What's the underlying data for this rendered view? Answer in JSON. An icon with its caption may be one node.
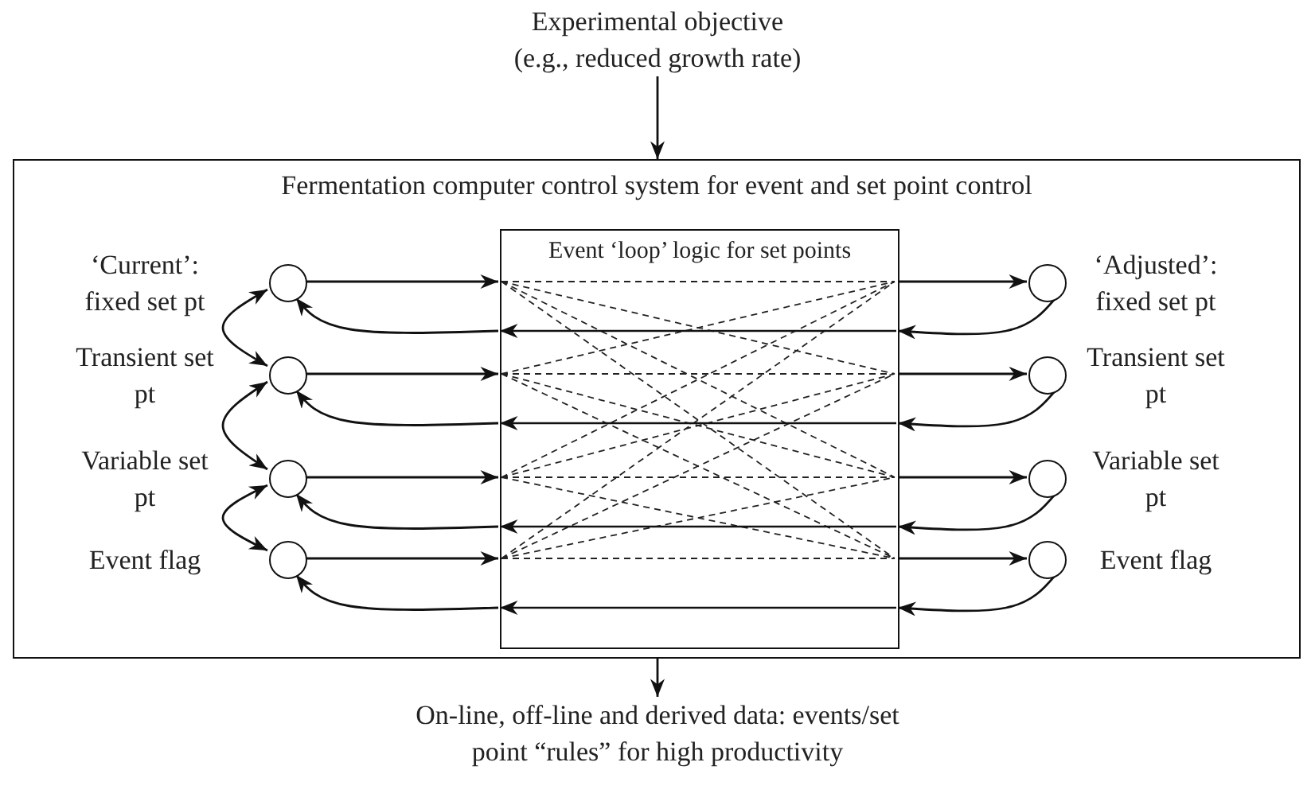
{
  "diagram": {
    "nodes": [
      {
        "text": [
          "Experimental objective (e.g., reduced growth rate)"
        ]
      },
      {
        "text": [
          "Fermentation computer control system for event and set point control"
        ]
      },
      {
        "text": [
          "Event ‘loop’ logic for set points"
        ],
        "in": 1
      },
      {
        "text": [],
        "shape": "circle",
        "in": 1,
        "beside": [
          "‘Current’: fixed set pt"
        ]
      },
      {
        "text": [],
        "shape": "circle",
        "in": 1,
        "beside": [
          "Transient set pt"
        ]
      },
      {
        "text": [],
        "shape": "circle",
        "in": 1,
        "beside": [
          "Variable set pt"
        ]
      },
      {
        "text": [],
        "shape": "circle",
        "in": 1,
        "beside": [
          "Event flag"
        ]
      },
      {
        "text": [],
        "shape": "circle",
        "in": 1,
        "beside": [
          "‘Adjusted’: fixed set pt"
        ]
      },
      {
        "text": [],
        "shape": "circle",
        "in": 1,
        "beside": [
          "Transient set pt"
        ]
      },
      {
        "text": [],
        "shape": "circle",
        "in": 1,
        "beside": [
          "Variable set pt"
        ]
      },
      {
        "text": [],
        "shape": "circle",
        "in": 1,
        "beside": [
          "Event flag"
        ]
      },
      {
        "text": [
          "On-line, off-line and derived data: events/set point “rules” for high productivity"
        ]
      }
    ],
    "edges": [
      {
        "from": 0,
        "to": 1,
        "arrow": "to"
      },
      {
        "from": 1,
        "to": 11,
        "arrow": "to"
      },
      {
        "from": 3,
        "to": 2,
        "arrow": "to"
      },
      {
        "from": 4,
        "to": 2,
        "arrow": "to"
      },
      {
        "from": 5,
        "to": 2,
        "arrow": "to"
      },
      {
        "from": 6,
        "to": 2,
        "arrow": "to"
      },
      {
        "from": 2,
        "to": 3,
        "arrow": "to"
      },
      {
        "from": 2,
        "to": 4,
        "arrow": "to"
      },
      {
        "from": 2,
        "to": 5,
        "arrow": "to"
      },
      {
        "from": 2,
        "to": 6,
        "arrow": "to"
      },
      {
        "from": 2,
        "to": 7,
        "arrow": "to"
      },
      {
        "from": 2,
        "to": 8,
        "arrow": "to"
      },
      {
        "from": 2,
        "to": 9,
        "arrow": "to"
      },
      {
        "from": 2,
        "to": 10,
        "arrow": "to"
      },
      {
        "from": 7,
        "to": 2,
        "arrow": "to"
      },
      {
        "from": 8,
        "to": 2,
        "arrow": "to"
      },
      {
        "from": 9,
        "to": 2,
        "arrow": "to"
      },
      {
        "from": 10,
        "to": 2,
        "arrow": "to"
      },
      {
        "from": 3,
        "to": 4,
        "arrow": "both"
      },
      {
        "from": 4,
        "to": 5,
        "arrow": "both"
      },
      {
        "from": 5,
        "to": 6,
        "arrow": "both"
      }
    ]
  }
}
